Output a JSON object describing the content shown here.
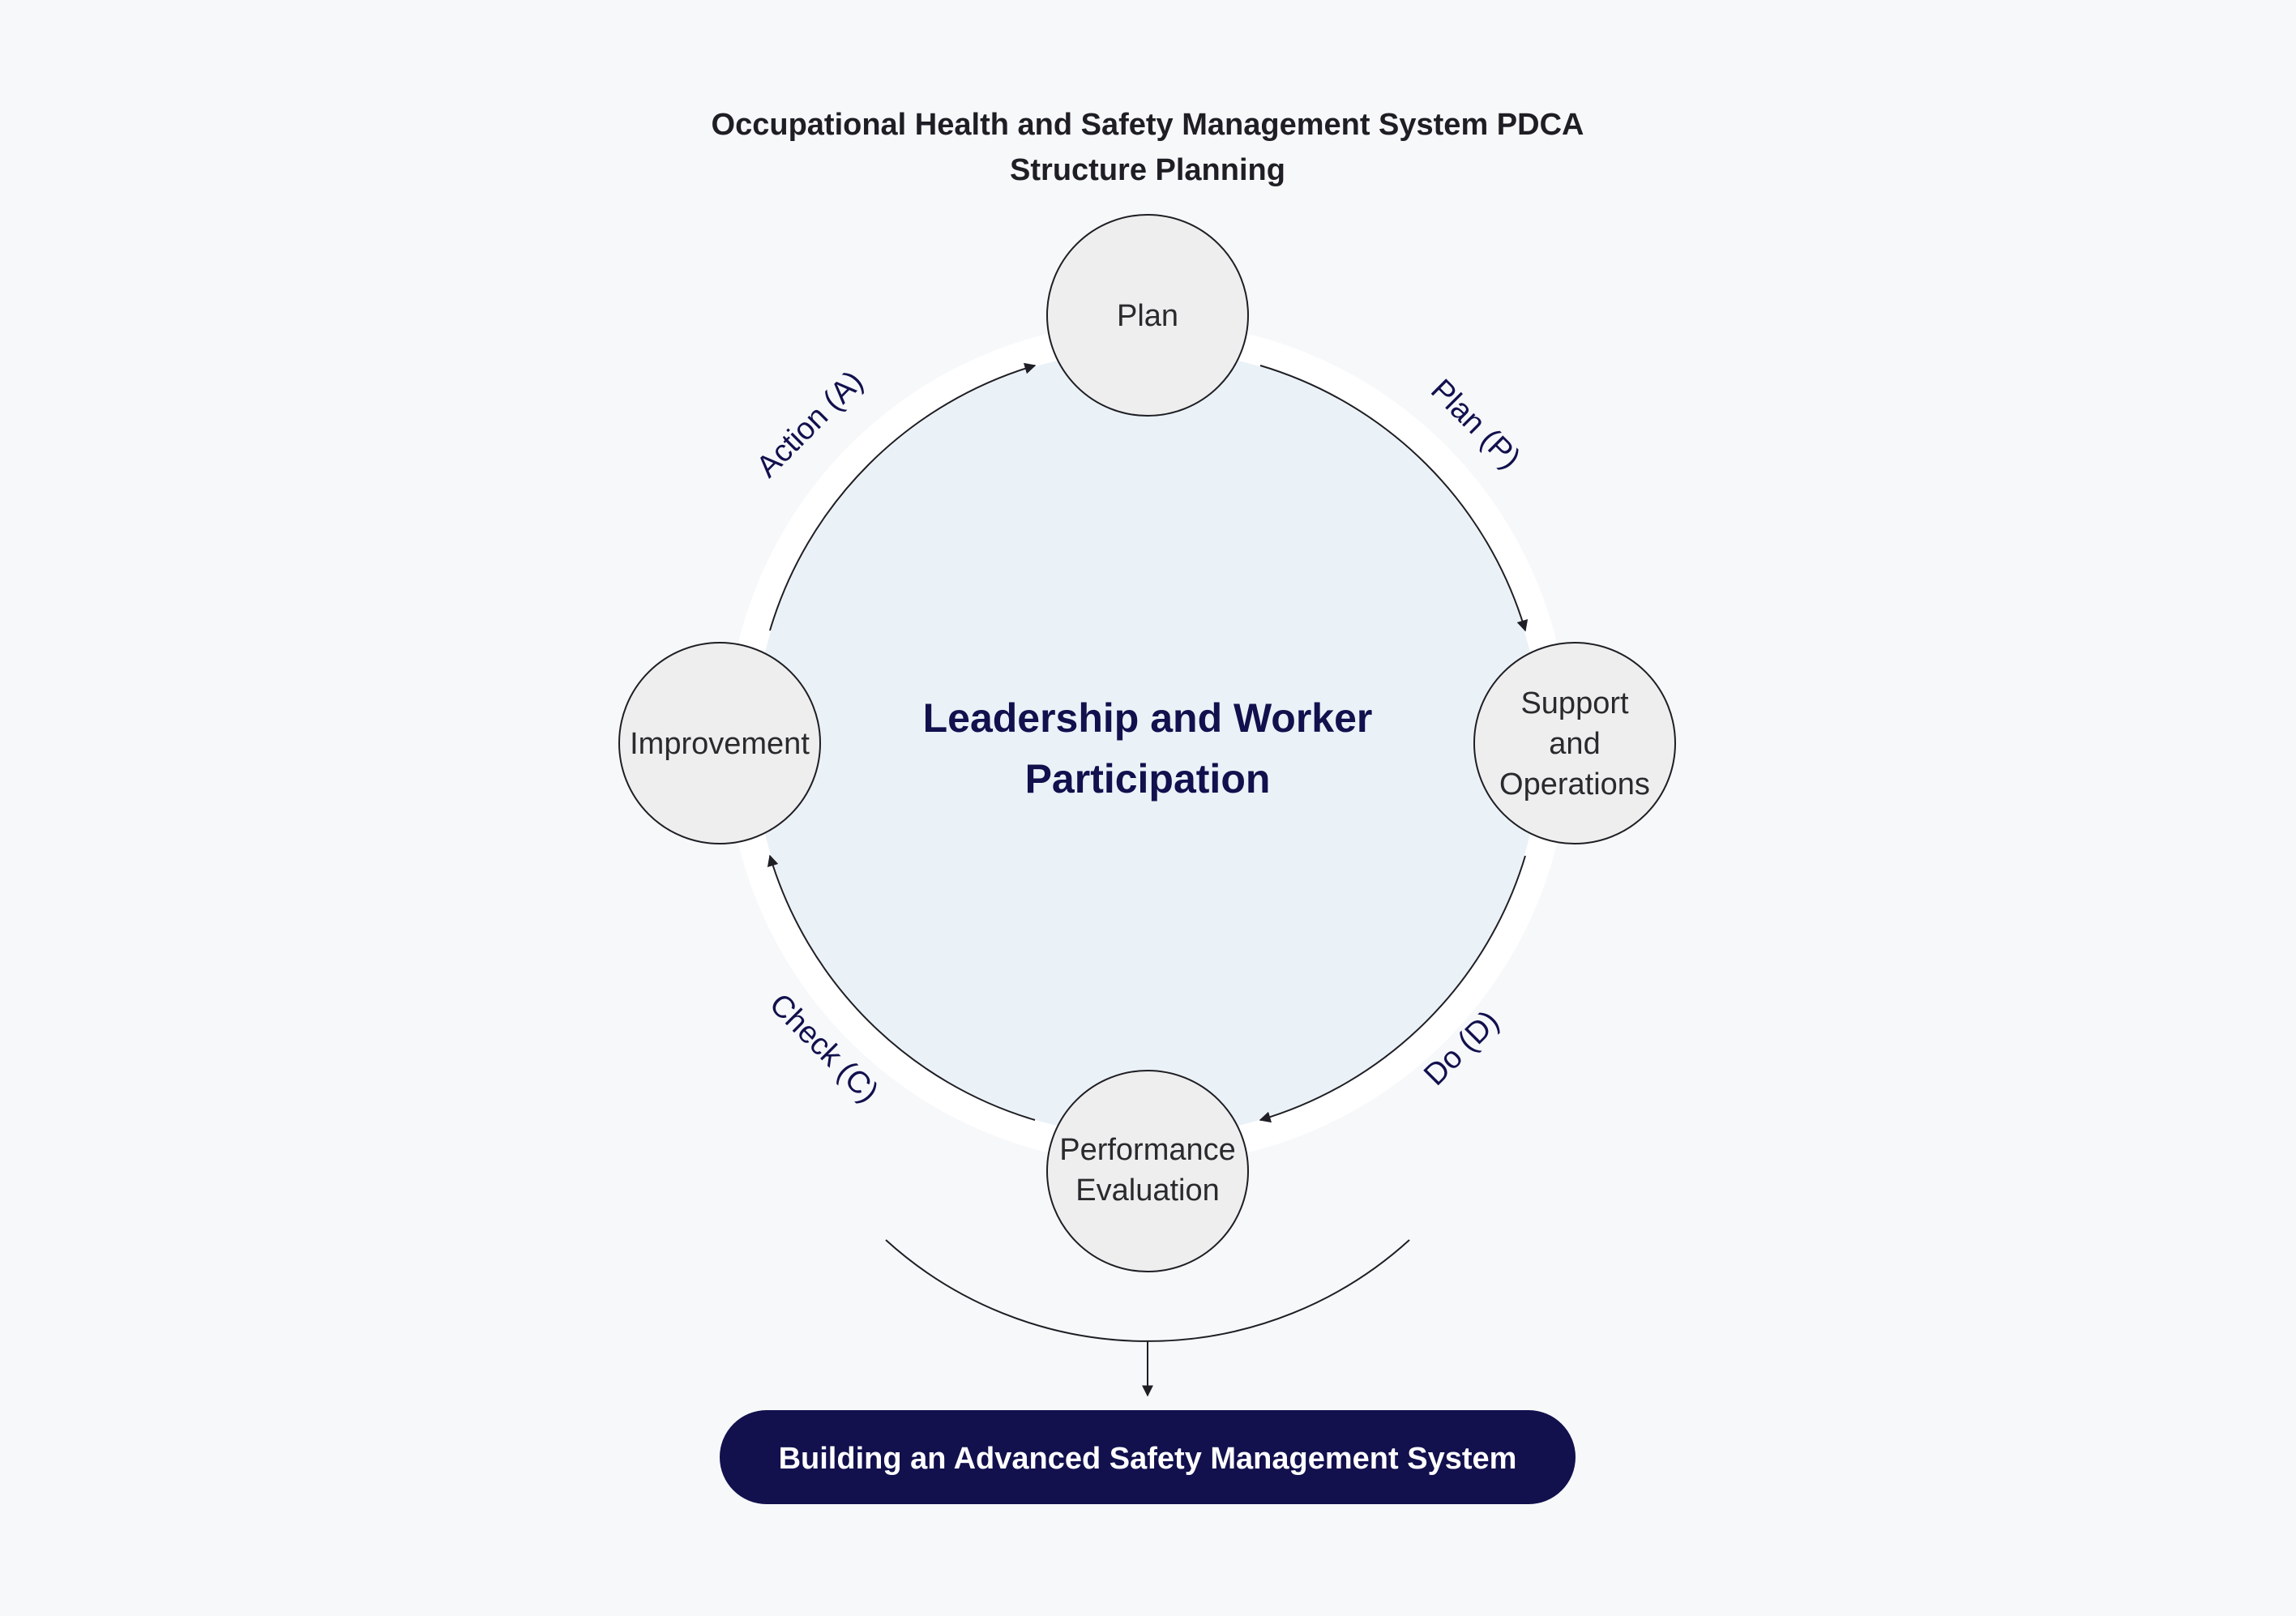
{
  "title": {
    "line1": "Occupational Health and Safety Management System PDCA",
    "line2": "Structure Planning"
  },
  "center": {
    "line1": "Leadership and Worker",
    "line2": "Participation"
  },
  "nodes": {
    "plan": {
      "line1": "Plan"
    },
    "support": {
      "line1": "Support",
      "line2": "and",
      "line3": "Operations"
    },
    "evaluation": {
      "line1": "Performance",
      "line2": "Evaluation"
    },
    "improvement": {
      "line1": "Improvement"
    }
  },
  "phases": {
    "plan": "Plan (P)",
    "do": "Do (D)",
    "check": "Check (C)",
    "action": "Action (A)"
  },
  "result": {
    "label": "Building an Advanced Safety Management System"
  },
  "colors": {
    "background": "#f6f8fa",
    "ring": "#ffffff",
    "inner_circle": "#eaf2f8",
    "node_fill": "#eeeeee",
    "dark_navy": "#12104d",
    "stroke": "#1e1e24"
  }
}
